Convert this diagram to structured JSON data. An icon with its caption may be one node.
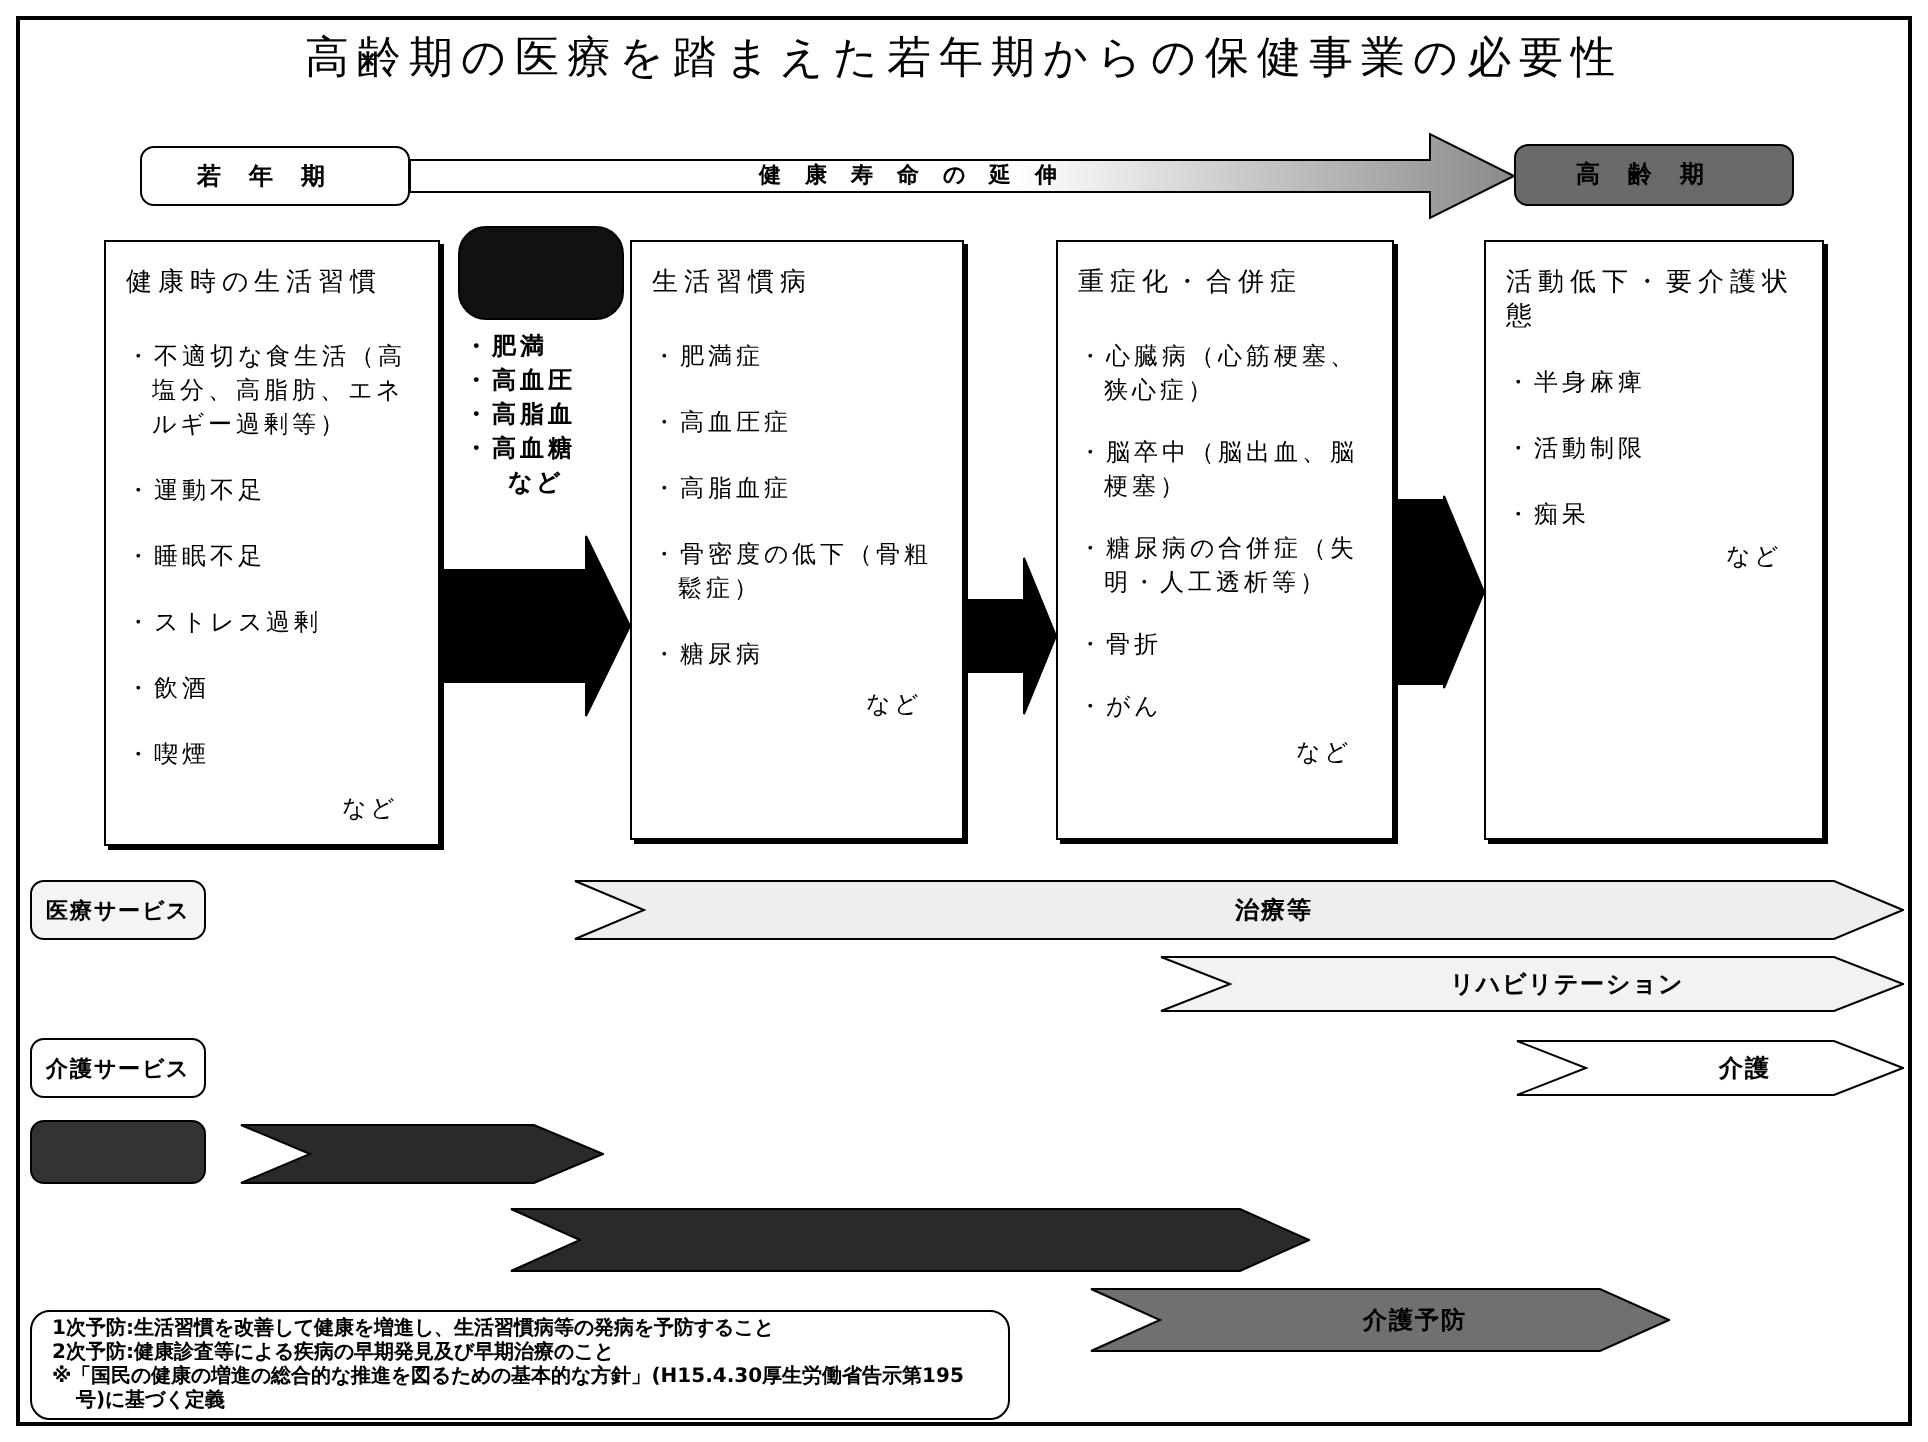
{
  "diagram": {
    "title": "高齢期の医療を踏まえた若年期からの保健事業の必要性",
    "nodes": [
      {
        "text": [
          "若年期"
        ]
      },
      {
        "text": [
          "高齢期"
        ]
      },
      {
        "text": [
          "健康時の生活習慣",
          "・不適切な食生活（高塩分、高脂肪、エネルギー過剰等）",
          "・運動不足",
          "・睡眠不足",
          "・ストレス過剰",
          "・飲酒",
          "・喫煙",
          "など"
        ]
      },
      {
        "text": [],
        "shape": "box",
        "beside": [
          "・肥満",
          "・高血圧",
          "・高脂血",
          "・高血糖",
          "など"
        ]
      },
      {
        "text": [
          "生活習慣病",
          "・肥満症",
          "・高血圧症",
          "・高脂血症",
          "・骨密度の低下（骨粗鬆症）",
          "・糖尿病",
          "など"
        ]
      },
      {
        "text": [
          "重症化・合併症",
          "・心臓病（心筋梗塞、狭心症）",
          "・脳卒中（脳出血、脳梗塞）",
          "・糖尿病の合併症（失明・人工透析等）",
          "・骨折",
          "・がん",
          "など"
        ]
      },
      {
        "text": [
          "活動低下・要介護状態",
          "・半身麻痺",
          "・活動制限",
          "・痴呆",
          "など"
        ]
      },
      {
        "text": [
          "医療サービス"
        ]
      },
      {
        "text": [
          "治療等"
        ]
      },
      {
        "text": [
          "リハビリテーション"
        ]
      },
      {
        "text": [
          "介護サービス"
        ]
      },
      {
        "text": [
          "介護"
        ]
      },
      {
        "text": [],
        "shape": "box"
      },
      {
        "text": [],
        "shape": "band"
      },
      {
        "text": [],
        "shape": "band"
      },
      {
        "text": [
          "介護予防"
        ]
      },
      {
        "text": [
          "1次予防:生活習慣を改善して健康を増進し、生活習慣病等の発病を予防すること",
          "2次予防:健康診査等による疾病の早期発見及び早期治療のこと",
          "※「国民の健康の増進の総合的な推進を図るための基本的な方針」(H15.4.30厚生労働省告示第195号)に基づく定義"
        ]
      }
    ],
    "edges": [
      {
        "from": 0,
        "to": 1,
        "arrow": "to",
        "label": "健康寿命の延伸",
        "color": "#ffffff"
      },
      {
        "from": 2,
        "to": 4,
        "arrow": "to"
      },
      {
        "from": 4,
        "to": 5,
        "arrow": "to"
      },
      {
        "from": 5,
        "to": 6,
        "arrow": "to"
      }
    ]
  }
}
